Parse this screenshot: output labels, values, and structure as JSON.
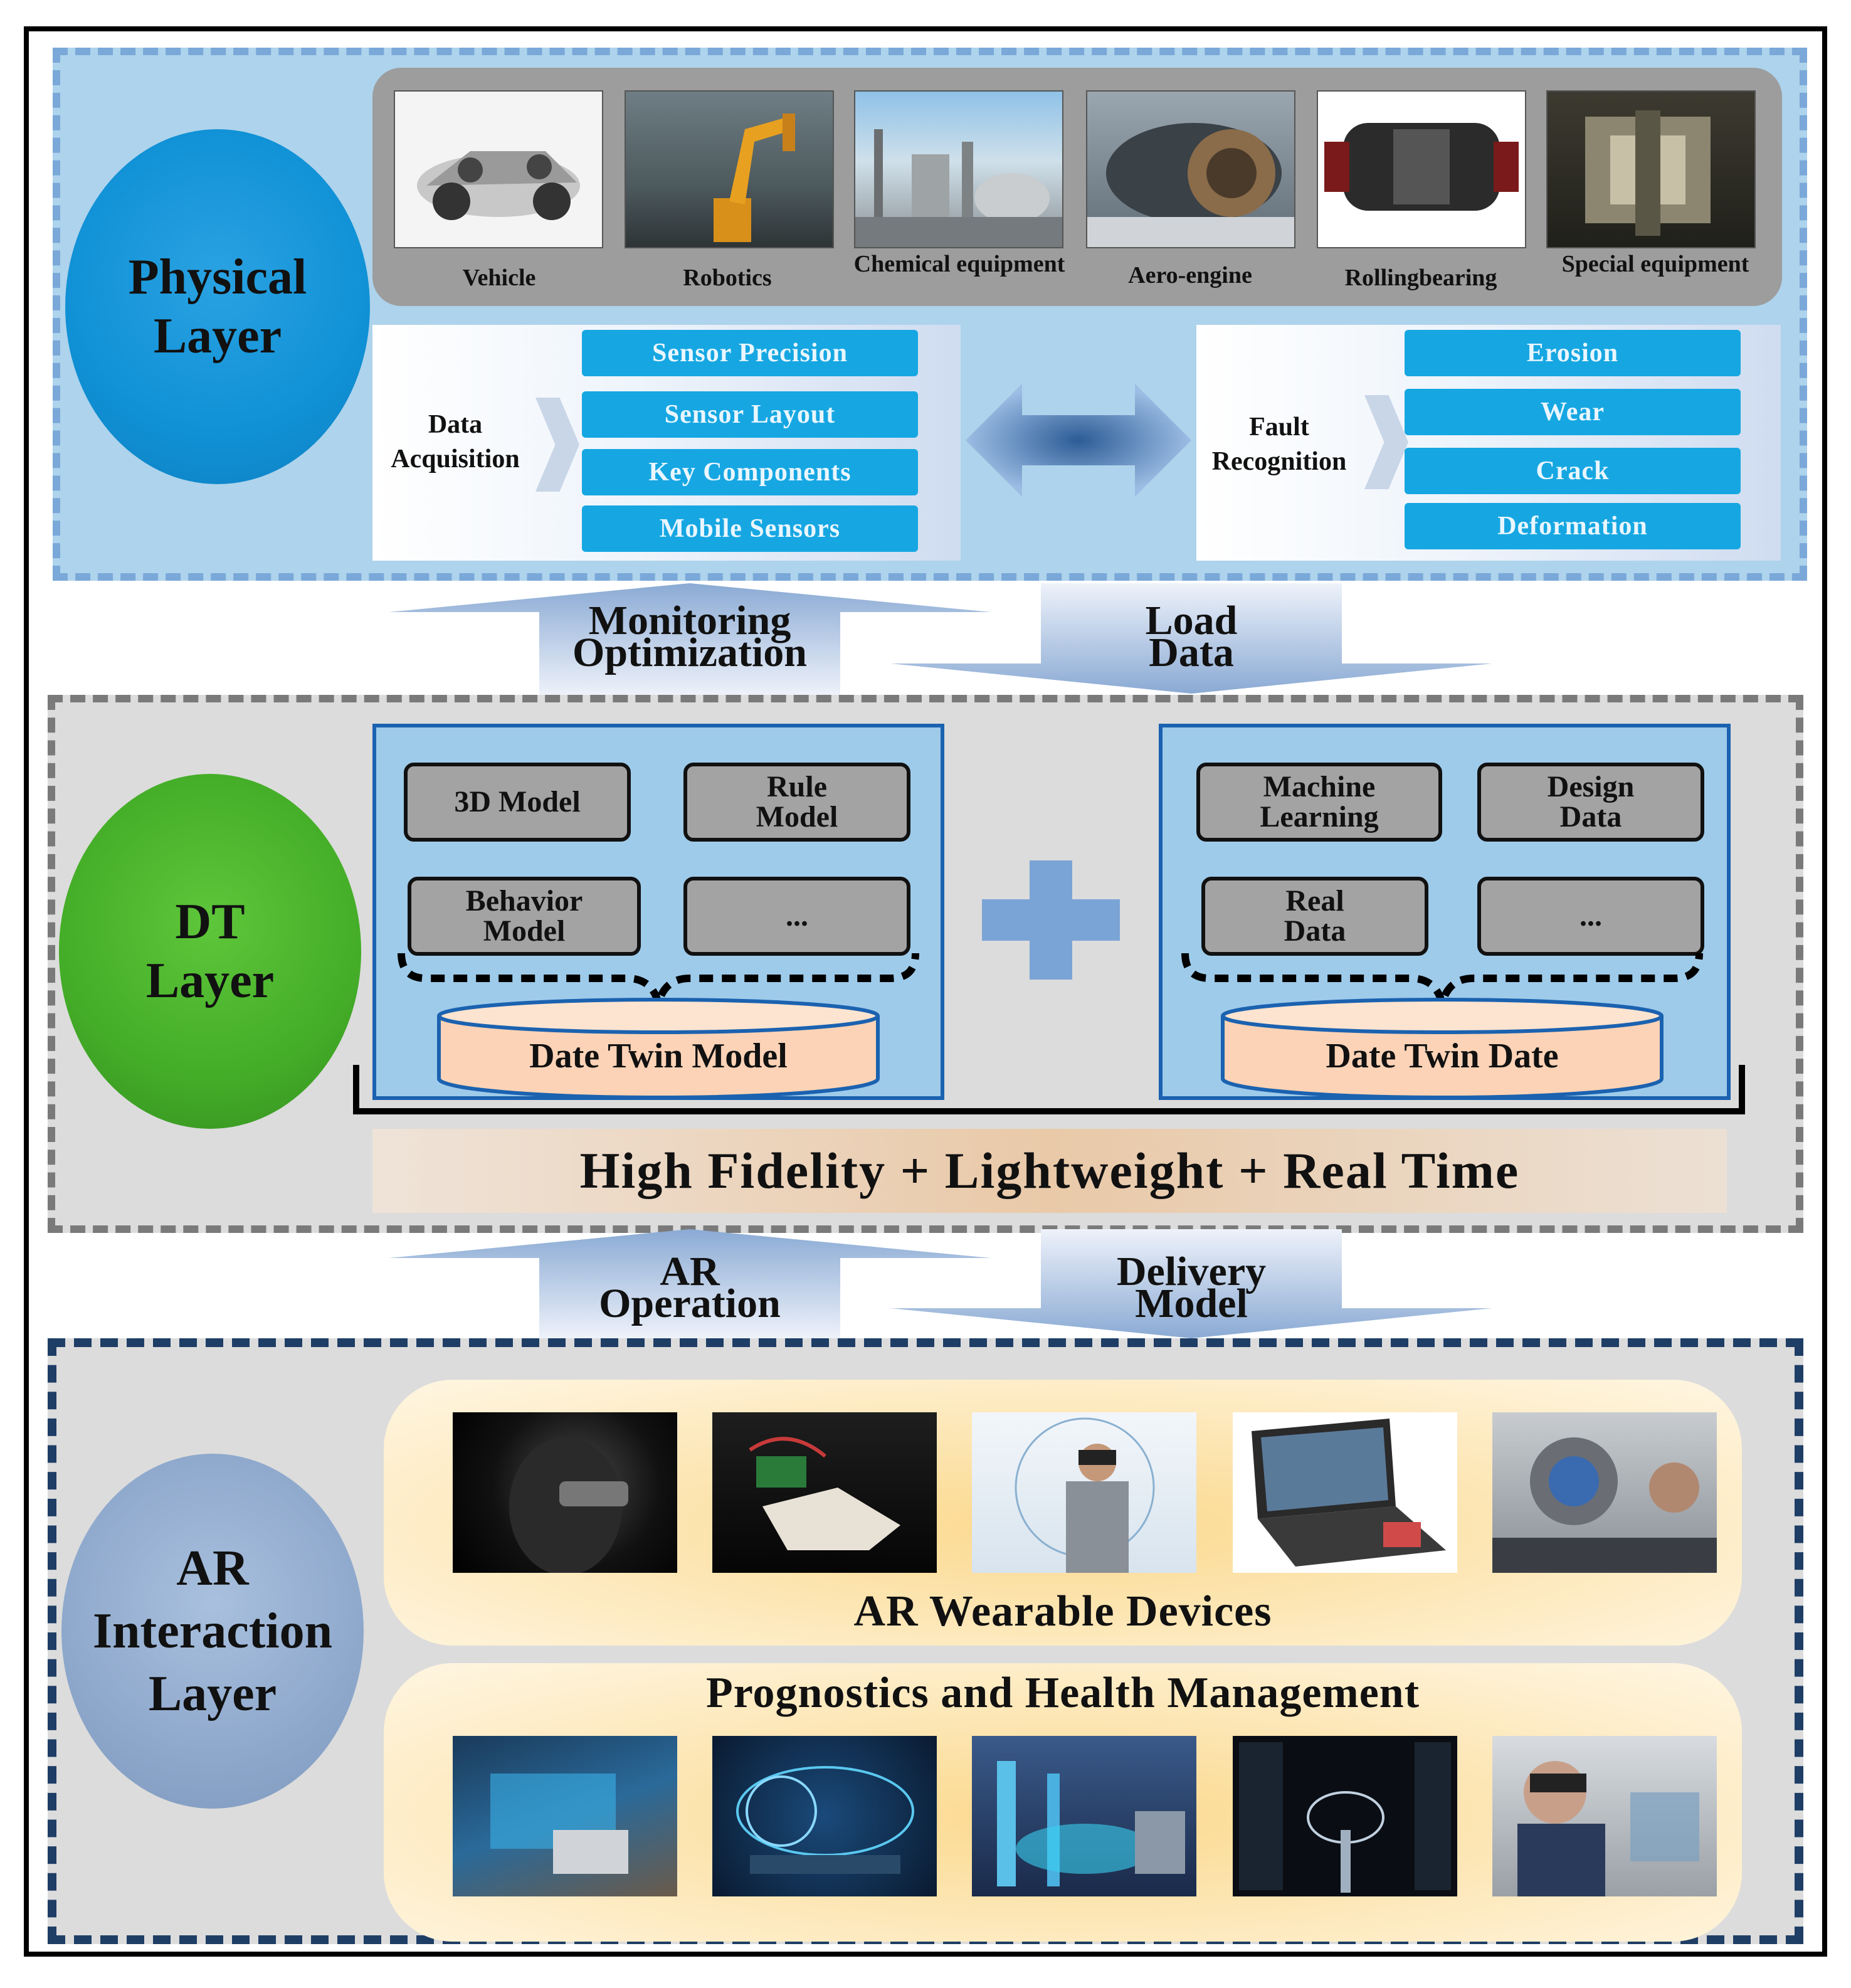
{
  "physical_layer": {
    "title": "Physical Layer",
    "equipment": [
      {
        "label": "Vehicle",
        "icon": "vehicle-chassis-photo"
      },
      {
        "label": "Robotics",
        "icon": "industrial-robot-photo"
      },
      {
        "label": "Chemical equipment",
        "icon": "chemical-plant-photo"
      },
      {
        "label": "Aero-engine",
        "icon": "aero-engine-photo"
      },
      {
        "label": "Rollingbearing",
        "icon": "rolling-bearing-photo"
      },
      {
        "label": "Special equipment",
        "icon": "special-equipment-photo"
      }
    ],
    "data_acquisition": {
      "label": "Data Acquisition",
      "items": [
        "Sensor Precision",
        "Sensor Layout",
        "Key Components",
        "Mobile Sensors"
      ]
    },
    "fault_recognition": {
      "label": "Fault Recognition",
      "items": [
        "Erosion",
        "Wear",
        "Crack",
        "Deformation"
      ]
    }
  },
  "connectors_top": {
    "up_label": "Monitoring Optimization",
    "down_label": "Load Data"
  },
  "dt_layer": {
    "title": "DT Layer",
    "left_boxes": [
      "3D Model",
      "Rule Model",
      "Behavior Model",
      "..."
    ],
    "left_cylinder": "Date Twin Model",
    "right_boxes": [
      "Machine Learning",
      "Design Data",
      "Real Data",
      "..."
    ],
    "right_cylinder": "Date Twin Date",
    "fidelity_banner": "High Fidelity + Lightweight + Real Time"
  },
  "connectors_bottom": {
    "up_label": "AR Operation",
    "down_label": "Delivery Model"
  },
  "ar_layer": {
    "title": "AR Interaction Layer",
    "wearable_title": "AR Wearable Devices",
    "phm_title": "Prognostics and Health Management",
    "wearable_images": [
      "ar-headset-photo",
      "haptic-glove-photo",
      "vr-user-photo",
      "rugged-terminal-photo",
      "hololens-engine-photo"
    ],
    "phm_images": [
      "digital-factory-photo",
      "holographic-turbine-photo",
      "digital-plant-photo",
      "wind-turbine-dashboard-photo",
      "hololens-inspection-photo"
    ]
  },
  "colors": {
    "physical_oval": "#1091d6",
    "dt_oval": "#44ad28",
    "ar_oval": "#8ea8cc",
    "pill": "#16a7e2",
    "dt_box_border": "#1b62b0",
    "cylinder": "#fcd3b6"
  }
}
